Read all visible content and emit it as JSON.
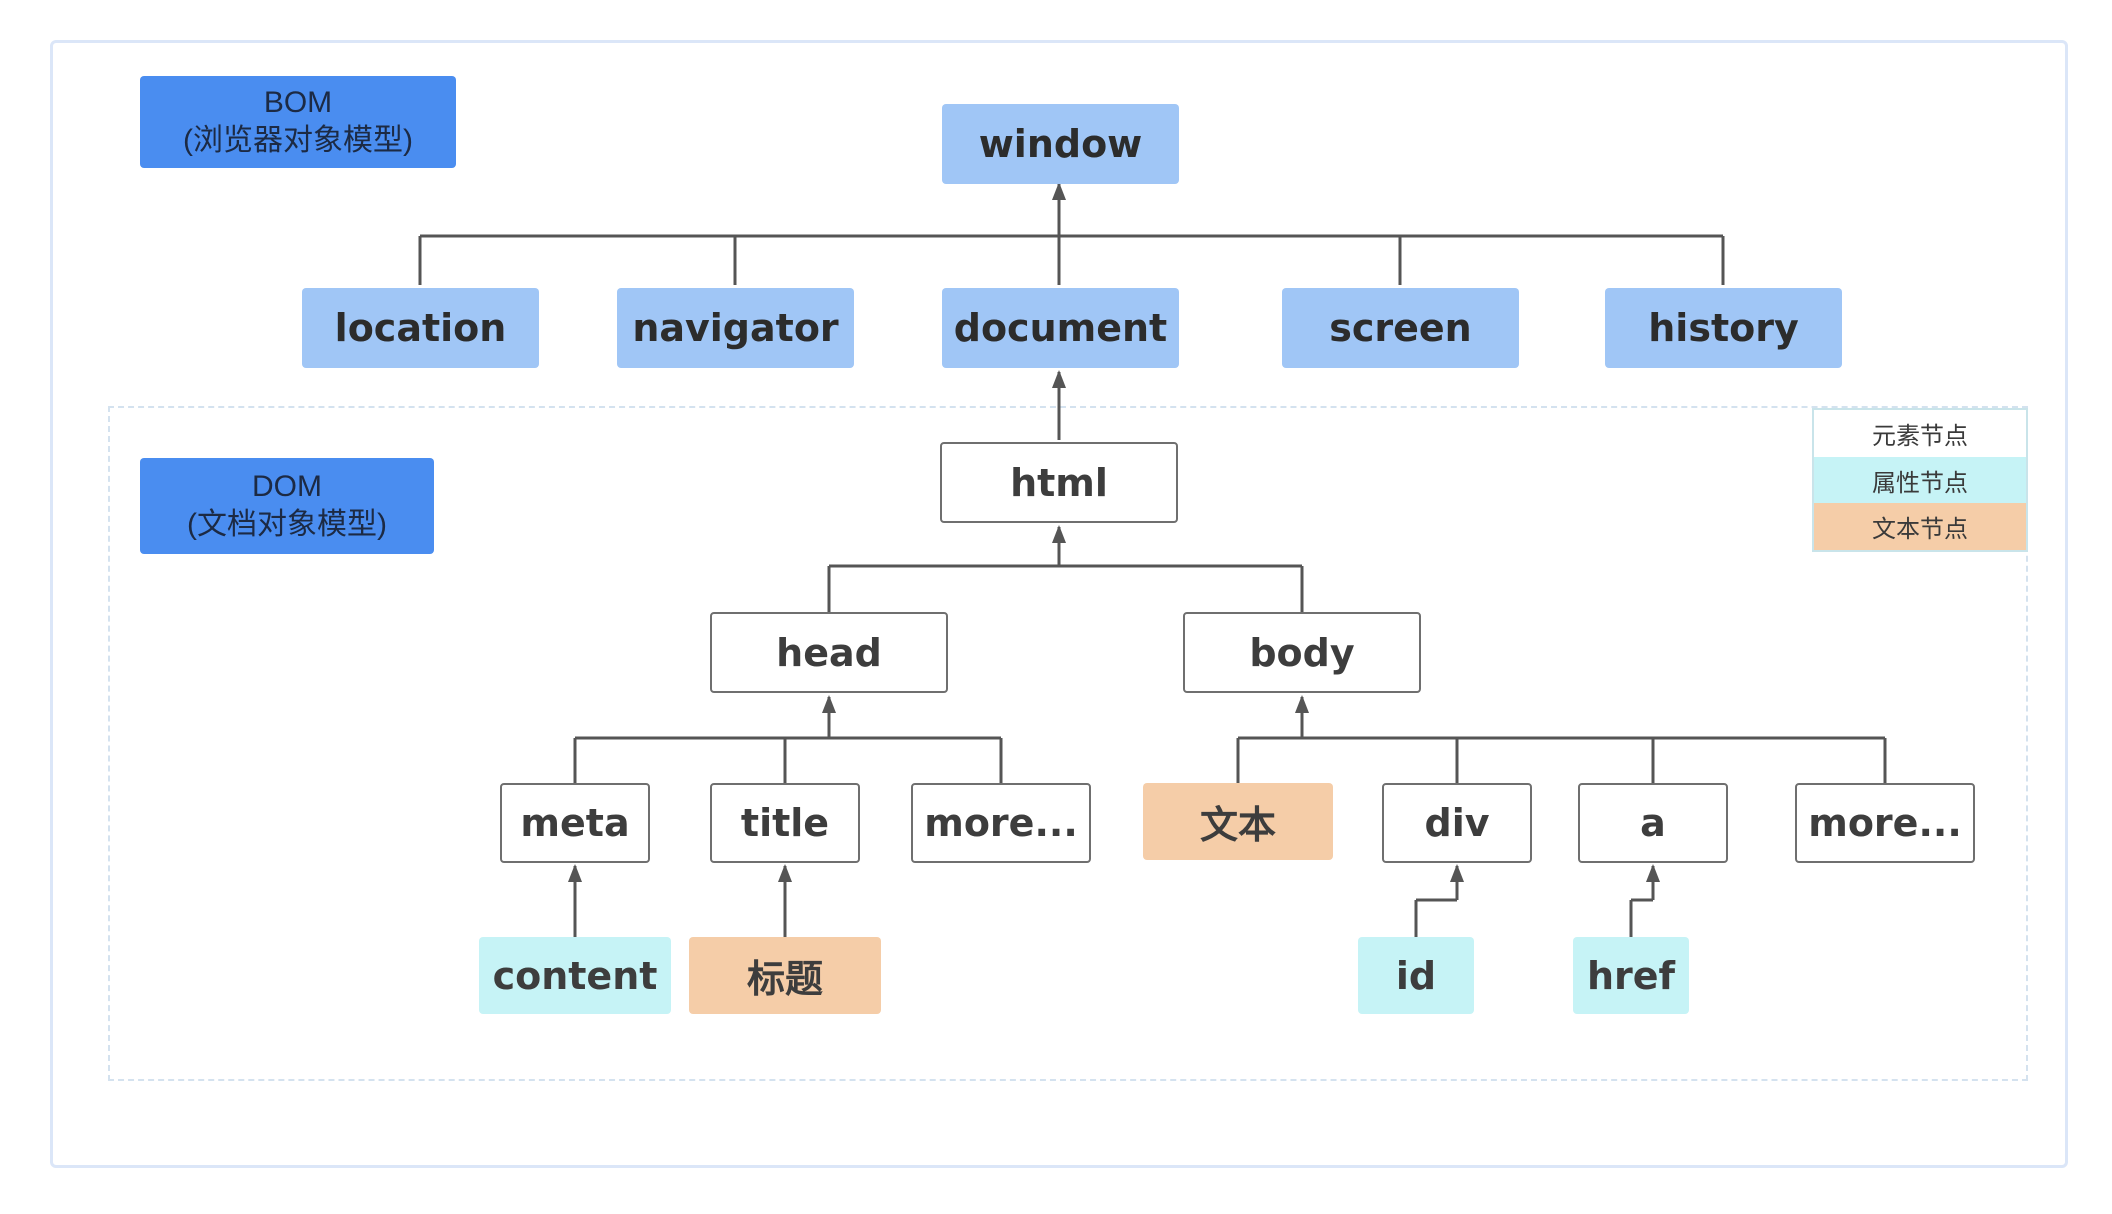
{
  "bom_label": {
    "line1": "BOM",
    "line2": "(浏览器对象模型)"
  },
  "dom_label": {
    "line1": "DOM",
    "line2": "(文档对象模型)"
  },
  "nodes": {
    "window": "window",
    "location": "location",
    "navigator": "navigator",
    "document": "document",
    "screen": "screen",
    "history": "history",
    "html": "html",
    "head": "head",
    "body": "body",
    "meta": "meta",
    "title": "title",
    "head_more": "more...",
    "body_text": "文本",
    "div": "div",
    "a": "a",
    "body_more": "more...",
    "content": "content",
    "title_text": "标题",
    "id": "id",
    "href": "href"
  },
  "legend": {
    "element": "元素节点",
    "attribute": "属性节点",
    "text": "文本节点"
  },
  "colors": {
    "bom_label": "#4a8df0",
    "bom_node": "#a0c6f6",
    "element_node": "#ffffff",
    "attribute_node": "#c6f3f6",
    "text_node": "#f5cda8",
    "connector": "#555555"
  }
}
